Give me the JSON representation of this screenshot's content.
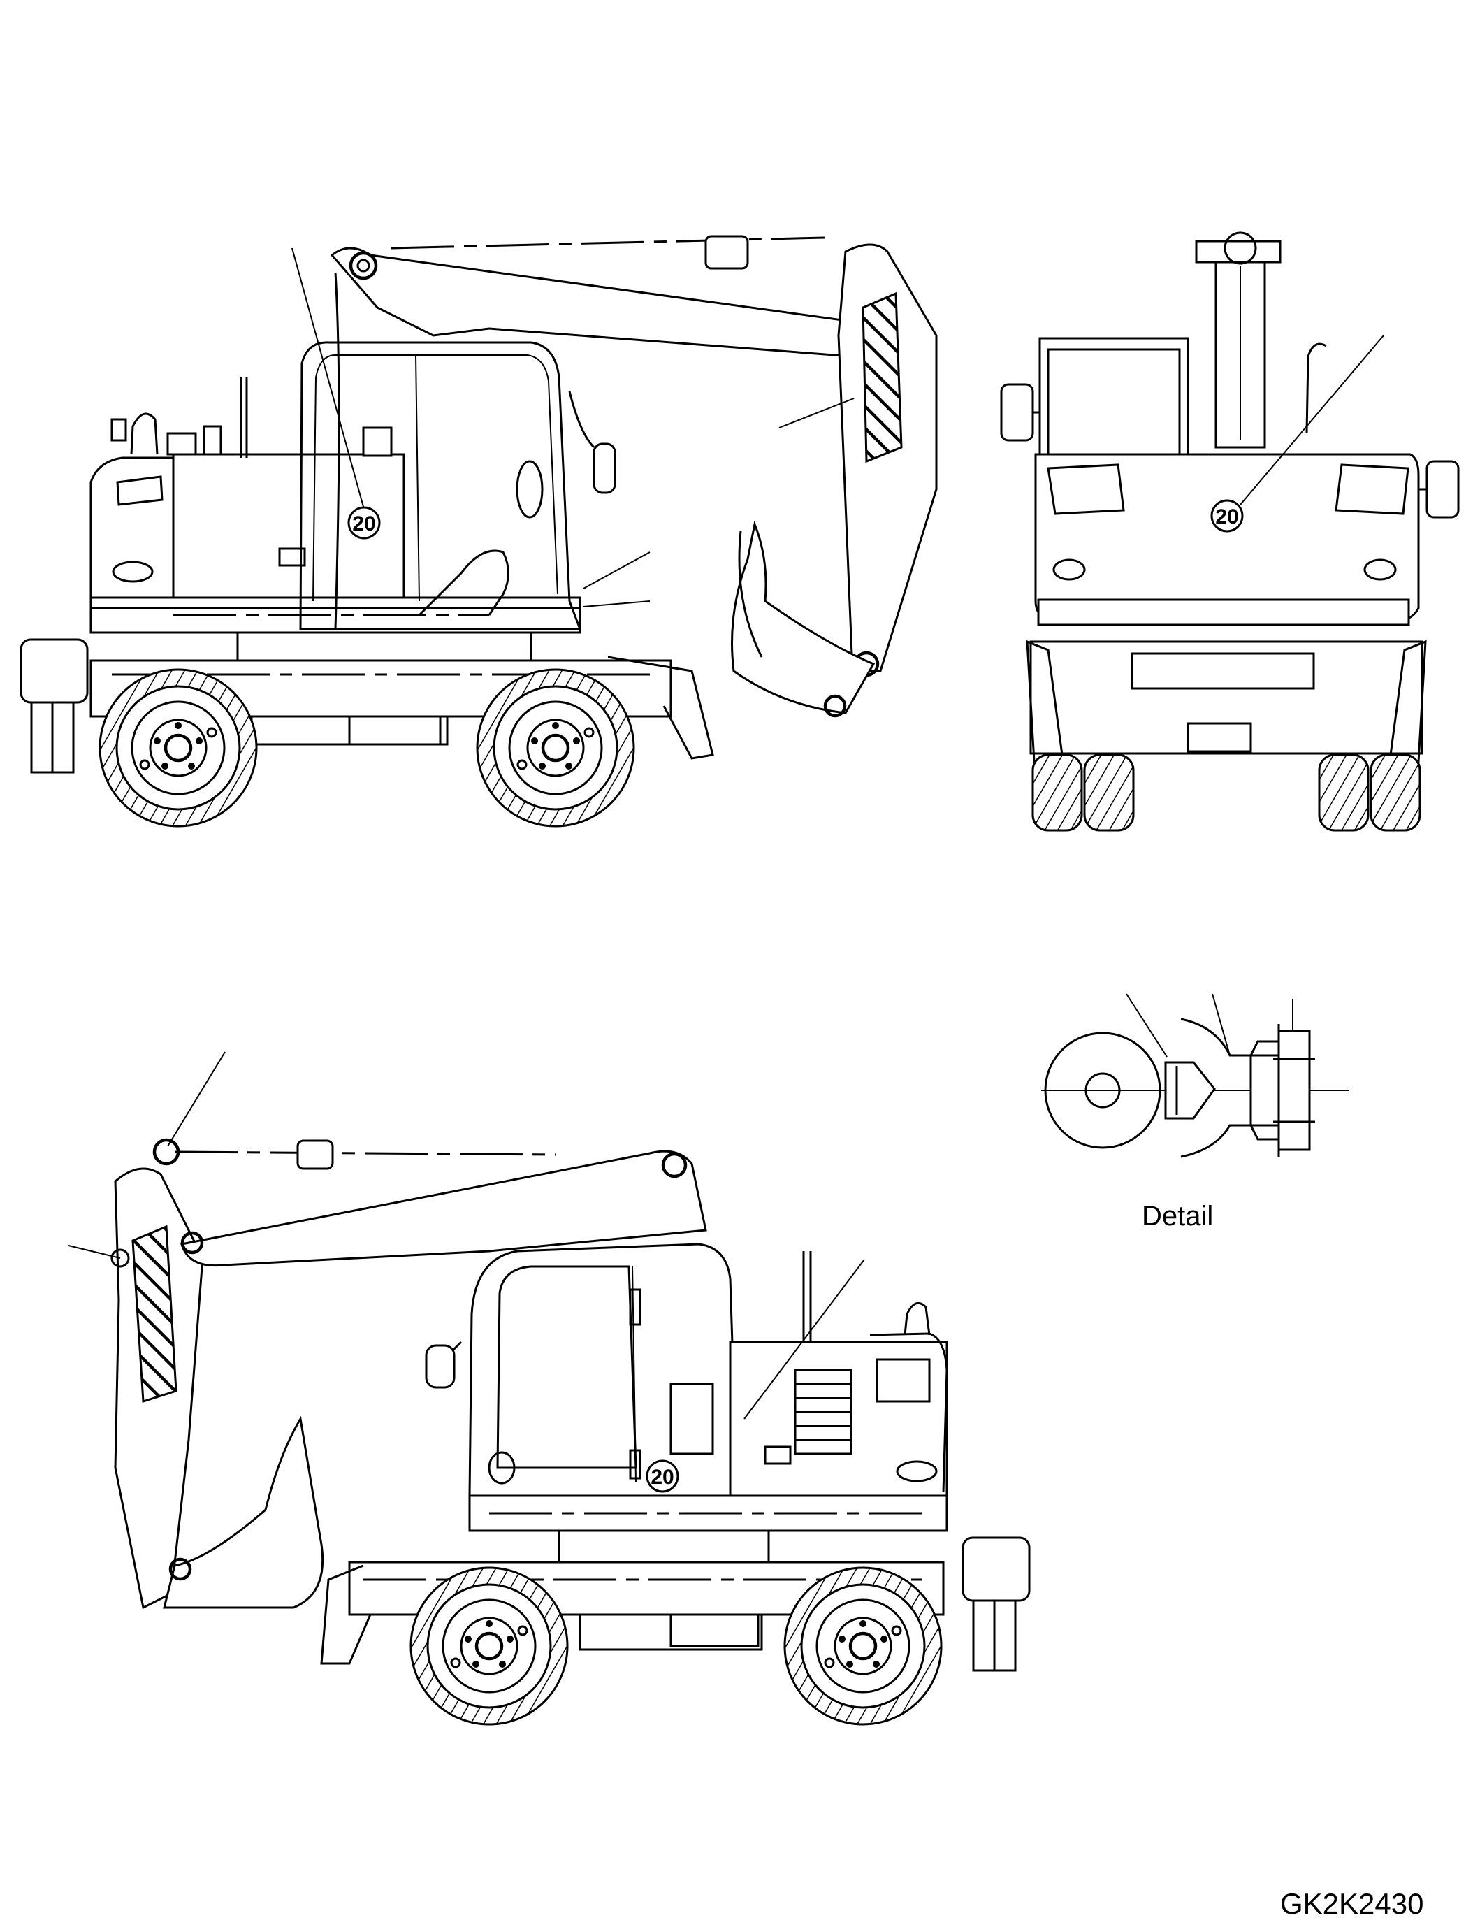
{
  "labels": {
    "detail": "Detail",
    "drawing_code": "GK2K2430",
    "decal_number": "20"
  },
  "views": [
    {
      "name": "left-side-view"
    },
    {
      "name": "rear-view"
    },
    {
      "name": "right-side-view"
    },
    {
      "name": "detail-view"
    }
  ],
  "colors": {
    "line": "#000000",
    "background": "#ffffff"
  }
}
